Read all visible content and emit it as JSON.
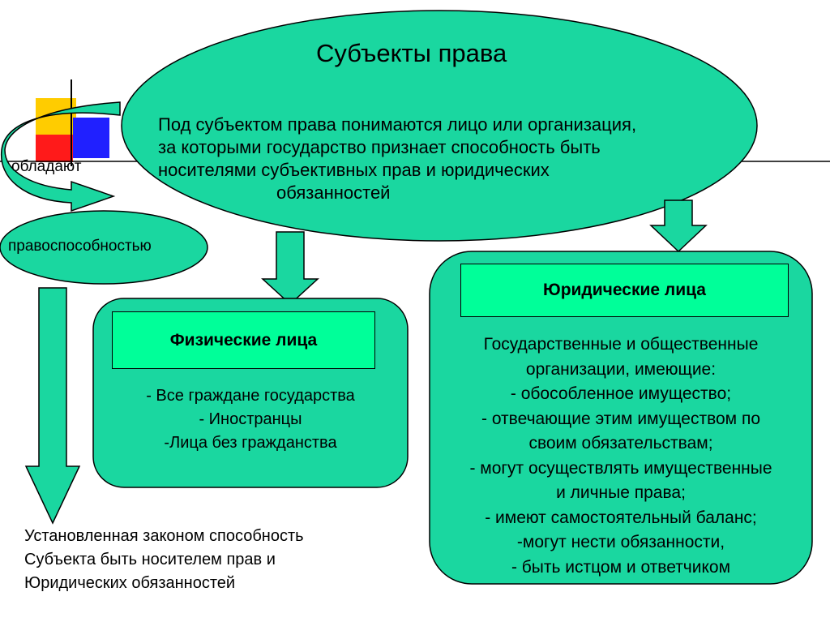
{
  "main": {
    "title": "Субъекты права",
    "definition_lines": [
      "Под субъектом права понимаются лицо или организация,",
      "за которыми государство признает способность быть",
      "носителями субъективных прав и юридических",
      "обязанностей"
    ]
  },
  "left": {
    "curved_arrow_label": "обладают",
    "ellipse_label": "правоспособностью",
    "capacity_definition_lines": [
      "Установленная законом способность",
      "Субъекта быть носителем прав и",
      "Юридических обязанностей"
    ]
  },
  "physical": {
    "title": "Физические лица",
    "items": [
      "- Все граждане государства",
      "- Иностранцы",
      "-Лица без гражданства"
    ]
  },
  "juridical": {
    "title": "Юридические лица",
    "lines": [
      "Государственные и общественные",
      "организации, имеющие:",
      "- обособленное имущество;",
      "- отвечающие этим имуществом по",
      "своим обязательствам;",
      "- могут осуществлять имущественные",
      "и личные права;",
      "- имеют самостоятельный баланс;",
      "-могут нести обязанности,",
      "- быть истцом и ответчиком"
    ]
  },
  "colors": {
    "shape_fill": "#1ad7a0",
    "title_box_fill": "#00ff99",
    "deco_yellow": "#ffcc00",
    "deco_red": "#ff1a1a",
    "deco_blue": "#2020ff"
  }
}
